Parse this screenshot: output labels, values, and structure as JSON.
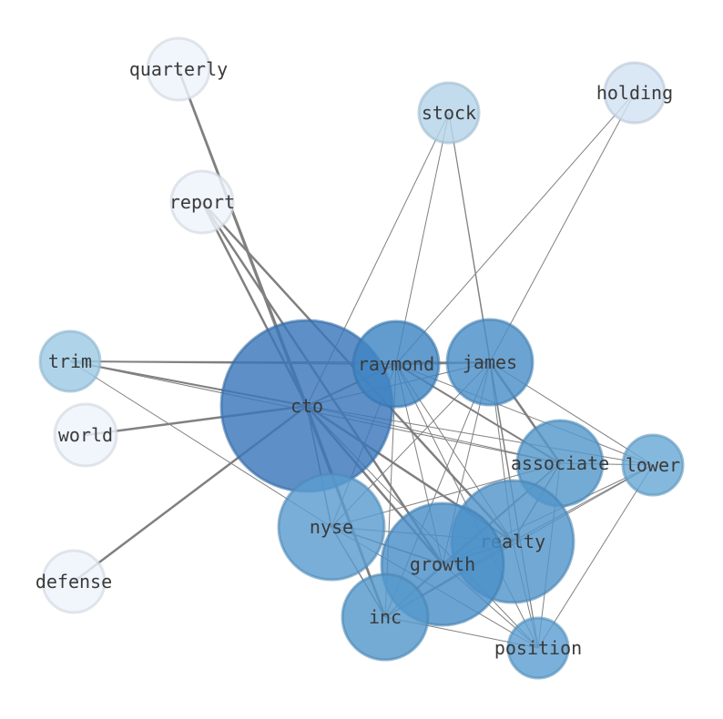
{
  "chart_data": {
    "type": "network",
    "nodes": [
      {
        "id": "quarterly",
        "label": "quarterly",
        "color": "#eef3fb"
      },
      {
        "id": "report",
        "label": "report",
        "color": "#eef3fb"
      },
      {
        "id": "stock",
        "label": "stock",
        "color": "#b5d4ea"
      },
      {
        "id": "holding",
        "label": "holding",
        "color": "#d2e2f3"
      },
      {
        "id": "trim",
        "label": "trim",
        "color": "#9ecae5"
      },
      {
        "id": "world",
        "label": "world",
        "color": "#eef3fb"
      },
      {
        "id": "defense",
        "label": "defense",
        "color": "#eef3fb"
      },
      {
        "id": "cto",
        "label": "cto",
        "color": "#3b78bb"
      },
      {
        "id": "raymond",
        "label": "raymond",
        "color": "#3f85c3"
      },
      {
        "id": "james",
        "label": "james",
        "color": "#4a8fc8"
      },
      {
        "id": "associate",
        "label": "associate",
        "color": "#5498cb"
      },
      {
        "id": "lower",
        "label": "lower",
        "color": "#6aa8d5"
      },
      {
        "id": "nyse",
        "label": "nyse",
        "color": "#5a9ccf"
      },
      {
        "id": "realty",
        "label": "realty",
        "color": "#5396cb"
      },
      {
        "id": "growth",
        "label": "growth",
        "color": "#4b90c9"
      },
      {
        "id": "inc",
        "label": "inc",
        "color": "#5498cb"
      },
      {
        "id": "position",
        "label": "position",
        "color": "#5d9fd1"
      }
    ],
    "edges": [
      [
        "quarterly",
        "cto",
        2.5
      ],
      [
        "quarterly",
        "inc",
        2.5
      ],
      [
        "report",
        "cto",
        2.5
      ],
      [
        "report",
        "growth",
        2.5
      ],
      [
        "report",
        "realty",
        2.5
      ],
      [
        "trim",
        "cto",
        2
      ],
      [
        "trim",
        "raymond",
        2
      ],
      [
        "trim",
        "james",
        1
      ],
      [
        "trim",
        "nyse",
        1
      ],
      [
        "trim",
        "associate",
        1
      ],
      [
        "world",
        "cto",
        2.5
      ],
      [
        "defense",
        "cto",
        2.5
      ],
      [
        "stock",
        "cto",
        1
      ],
      [
        "stock",
        "raymond",
        1
      ],
      [
        "stock",
        "james",
        1
      ],
      [
        "stock",
        "position",
        1
      ],
      [
        "holding",
        "raymond",
        1
      ],
      [
        "holding",
        "james",
        1
      ],
      [
        "cto",
        "raymond",
        2
      ],
      [
        "cto",
        "james",
        1
      ],
      [
        "cto",
        "associate",
        1
      ],
      [
        "cto",
        "lower",
        1
      ],
      [
        "cto",
        "nyse",
        1.5
      ],
      [
        "cto",
        "realty",
        2.5
      ],
      [
        "cto",
        "growth",
        2.5
      ],
      [
        "cto",
        "inc",
        2.5
      ],
      [
        "cto",
        "position",
        1
      ],
      [
        "raymond",
        "james",
        2.5
      ],
      [
        "raymond",
        "associate",
        2
      ],
      [
        "raymond",
        "lower",
        1
      ],
      [
        "raymond",
        "nyse",
        1
      ],
      [
        "raymond",
        "realty",
        1
      ],
      [
        "raymond",
        "growth",
        1
      ],
      [
        "raymond",
        "inc",
        1
      ],
      [
        "raymond",
        "position",
        1
      ],
      [
        "james",
        "associate",
        2.5
      ],
      [
        "james",
        "lower",
        1
      ],
      [
        "james",
        "realty",
        1
      ],
      [
        "james",
        "growth",
        1
      ],
      [
        "james",
        "inc",
        1
      ],
      [
        "james",
        "position",
        1
      ],
      [
        "james",
        "nyse",
        1
      ],
      [
        "associate",
        "lower",
        1
      ],
      [
        "associate",
        "realty",
        1.5
      ],
      [
        "associate",
        "growth",
        1.5
      ],
      [
        "associate",
        "inc",
        1
      ],
      [
        "associate",
        "nyse",
        1
      ],
      [
        "associate",
        "position",
        1
      ],
      [
        "lower",
        "realty",
        1
      ],
      [
        "lower",
        "growth",
        1
      ],
      [
        "lower",
        "inc",
        1
      ],
      [
        "lower",
        "position",
        1
      ],
      [
        "nyse",
        "realty",
        1
      ],
      [
        "nyse",
        "growth",
        1.5
      ],
      [
        "nyse",
        "inc",
        1.5
      ],
      [
        "nyse",
        "position",
        1
      ],
      [
        "realty",
        "growth",
        1.5
      ],
      [
        "realty",
        "inc",
        1.5
      ],
      [
        "realty",
        "position",
        1
      ],
      [
        "growth",
        "inc",
        1
      ],
      [
        "growth",
        "position",
        1
      ],
      [
        "inc",
        "position",
        1
      ]
    ]
  }
}
